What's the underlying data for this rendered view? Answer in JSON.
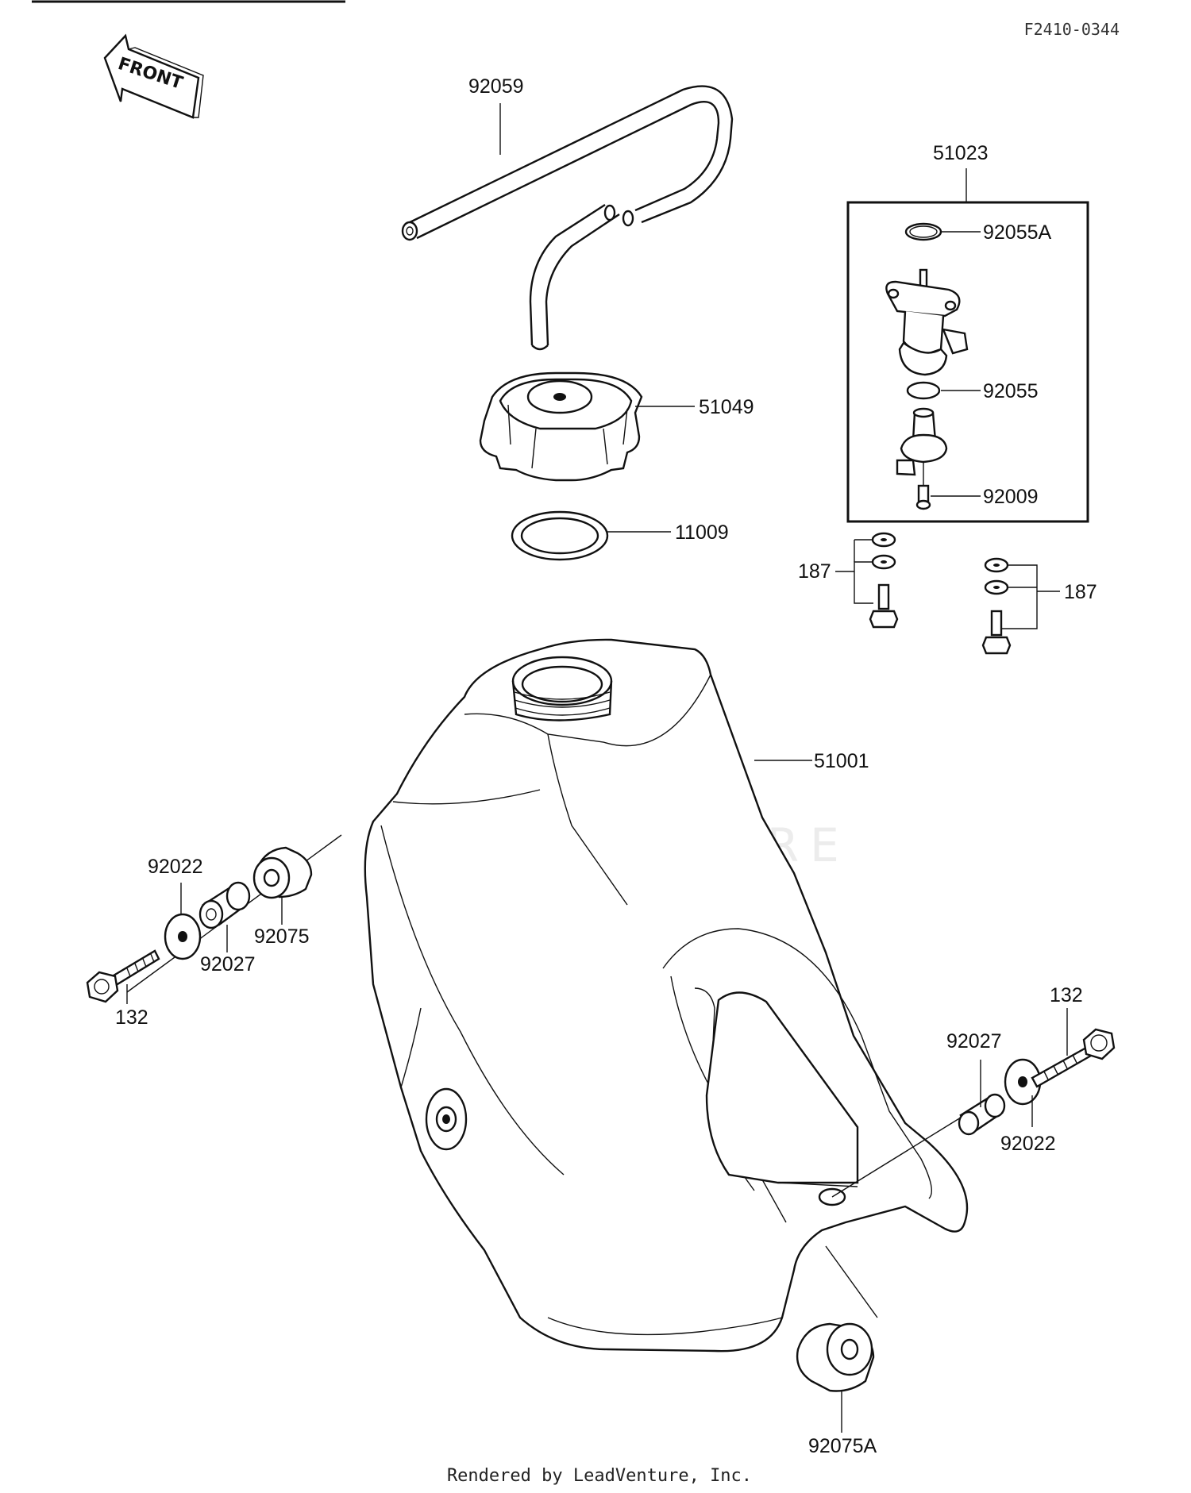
{
  "diagram": {
    "reference_code": "F2410-0344",
    "direction_label": "FRONT",
    "footer_text": "Rendered by LeadVenture, Inc.",
    "watermark_text": "LEADVENTURE",
    "parts": {
      "fuel_hose": "92059",
      "fuel_cock_assy": "51023",
      "oring_a": "92055A",
      "oring": "92055",
      "screw_92009": "92009",
      "tank_cap": "51049",
      "cap_gasket": "11009",
      "bolt_187_left": "187",
      "bolt_187_right": "187",
      "fuel_tank": "51001",
      "washer_left": "92022",
      "collar_left": "92027",
      "damper_left": "92075",
      "bolt_132_left": "132",
      "bolt_132_right": "132",
      "collar_right": "92027",
      "washer_right": "92022",
      "damper_bottom": "92075A"
    }
  }
}
